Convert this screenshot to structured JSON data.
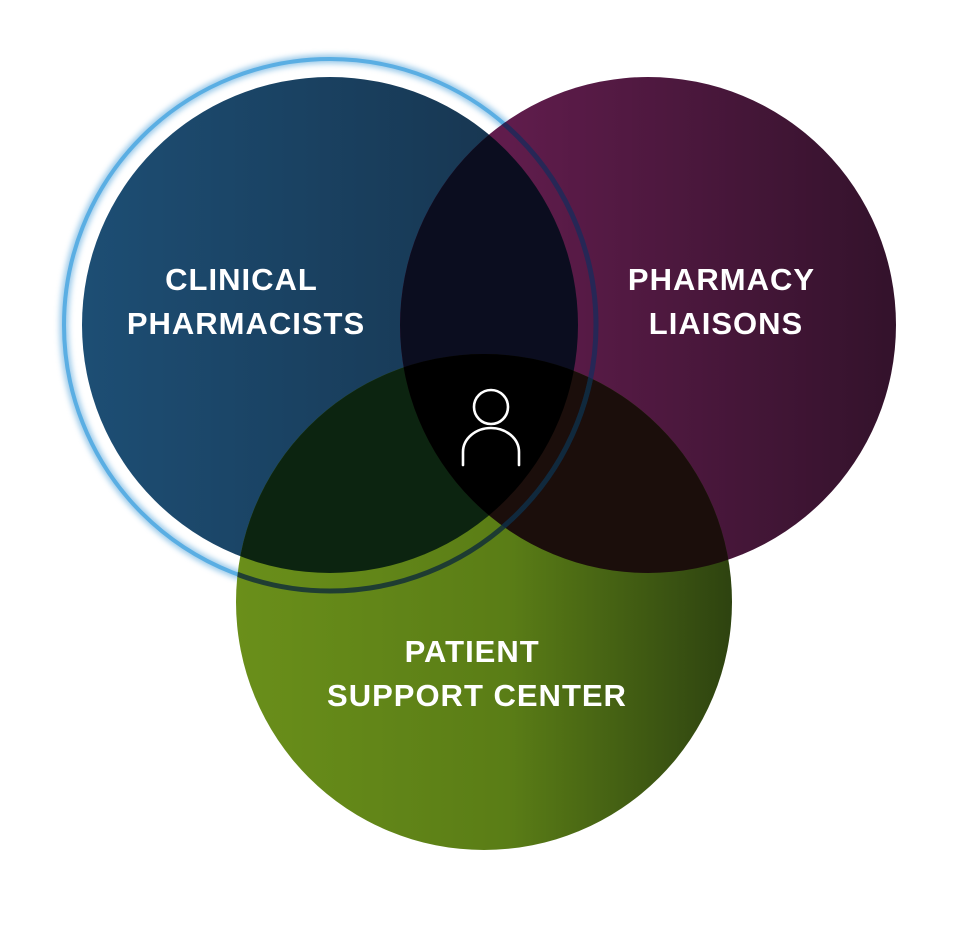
{
  "diagram": {
    "type": "venn",
    "circles": [
      {
        "id": "clinical",
        "label_lines": [
          "CLINICAL",
          "PHARMACISTS"
        ],
        "color_light": "#1d4e74",
        "color_dark": "#16324b",
        "highlighted": true,
        "highlight_color": "#4a9fd8"
      },
      {
        "id": "liaisons",
        "label_lines": [
          "PHARMACY",
          "LIAISONS"
        ],
        "color_light": "#6c1f55",
        "color_dark": "#33122b"
      },
      {
        "id": "support",
        "label_lines": [
          "PATIENT",
          "SUPPORT CENTER"
        ],
        "color_light": "#6a8f1a",
        "color_dark": "#2e4310"
      }
    ],
    "center": {
      "icon": "person-icon",
      "color": "#000000",
      "icon_color": "#ffffff"
    }
  }
}
